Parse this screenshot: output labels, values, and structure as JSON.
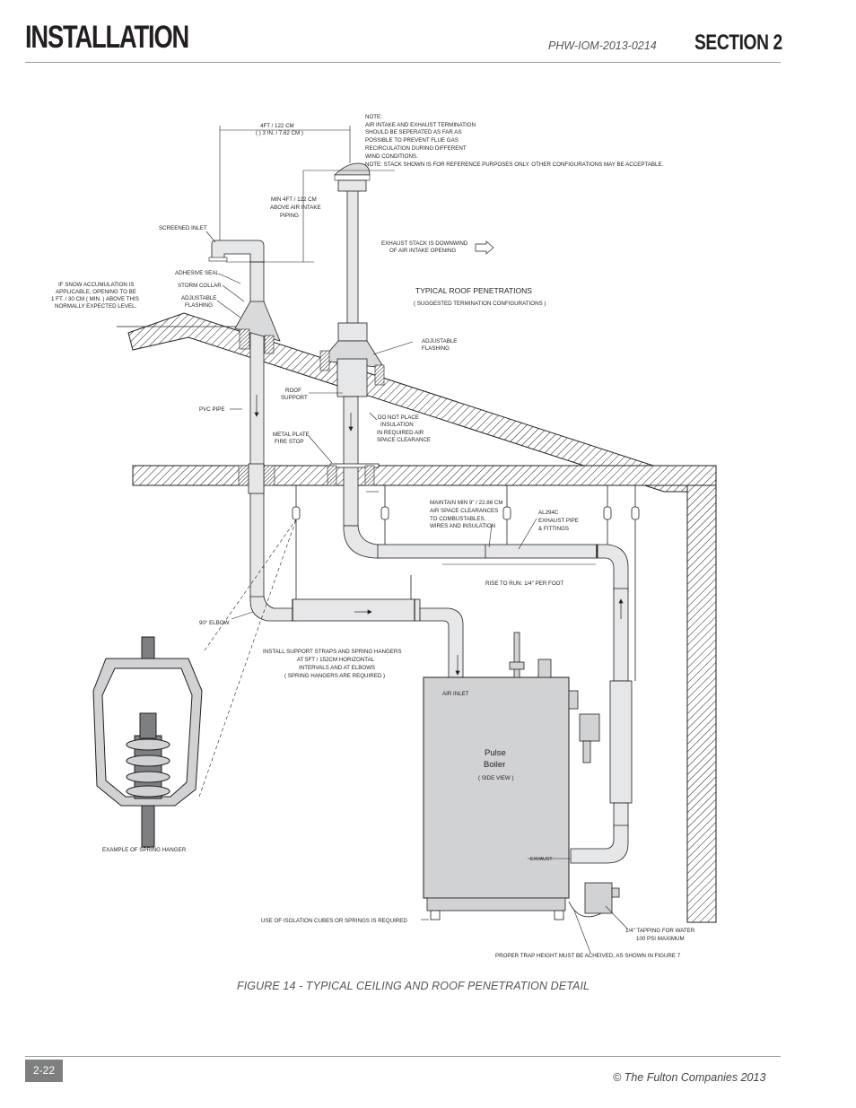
{
  "header": {
    "title": "INSTALLATION",
    "doc_number": "PHW-IOM-2013-0214",
    "section": "SECTION 2"
  },
  "figure": {
    "caption": "FIGURE 14 - TYPICAL CEILING AND ROOF PENETRATION DETAIL",
    "labels": {
      "dim_4ft": "4FT / 122 CM",
      "dim_3in": "( ) 3 IN. / 7.62 CM )",
      "note_1": "NOTE:",
      "note_2": "AIR INTAKE AND EXHAUST TERMINATION",
      "note_3": "SHOULD BE SEPERATED AS FAR AS",
      "note_4": "POSSIBLE TO PREVENT FLUE GAS",
      "note_5": "RECIRCULATION DURING DIFFERENT",
      "note_6": "WIND CONDITIONS.",
      "note_7": "NOTE: STACK SHOWN IS FOR REFERENCE PURPOSES ONLY. OTHER CONFIGURATIONS MAY BE ACCEPTABLE.",
      "min4ft_1": "MIN 4FT / 122 CM",
      "min4ft_2": "ABOVE AIR INTAKE",
      "min4ft_3": "PIPING",
      "screened_inlet": "SCREENED INLET",
      "exhaust_stack_1": "EXHAUST STACK IS DOWNWIND",
      "exhaust_stack_2": "OF AIR INTAKE OPENING",
      "adhesive_seal": "ADHESIVE SEAL",
      "storm_collar": "STORM COLLAR",
      "adj_flashing_l_1": "ADJUSTABLE",
      "adj_flashing_l_2": "FLASHING",
      "snow_1": "IF SNOW ACCUMULATION IS",
      "snow_2": "APPLICABLE, OPENING TO BE",
      "snow_3": "1 FT. / 30 CM ( MIN. ) ABOVE THIS",
      "snow_4": "NORMALLY EXPECTED LEVEL.",
      "typ_roof": "TYPICAL ROOF PENETRATIONS",
      "typ_roof_sub": "( SUGGESTED TERMINATION CONFIGURATIONS )",
      "adj_flashing_r_1": "ADJUSTABLE",
      "adj_flashing_r_2": "FLASHING",
      "roof_support_1": "ROOF",
      "roof_support_2": "SUPPORT",
      "pvc_pipe": "PVC PIPE",
      "do_not_1": "DO NOT PLACE",
      "do_not_2": "INSULATION",
      "do_not_3": "IN REQUIRED AIR",
      "do_not_4": "SPACE CLEARANCE",
      "metal_plate_1": "METAL PLATE",
      "metal_plate_2": "FIRE STOP",
      "maintain_1": "MAINTAIN MIN 9\" / 22.86 CM",
      "maintain_2": "AIR SPACE CLEARANCES",
      "maintain_3": "TO COMBUSTABLES,",
      "maintain_4": "WIRES AND INSULATION",
      "al294c_1": "AL294C",
      "al294c_2": "EXHAUST PIPE",
      "al294c_3": "& FITTINGS",
      "rise": "RISE TO RUN: 1/4\" PER FOOT",
      "elbow": "90° ELBOW",
      "straps_1": "INSTALL SUPPORT STRAPS AND SPRING HANGERS",
      "straps_2": "AT 5FT / 152CM HORIZONTAL",
      "straps_3": "INTERVALS AND AT ELBOWS",
      "straps_4": "( SPRING HANGERS ARE REQUIRED )",
      "air_inlet": "AIR INLET",
      "boiler_1": "Pulse",
      "boiler_2": "Boiler",
      "side_view": "( SIDE VIEW )",
      "spring_hanger": "EXAMPLE OF SPRING HANGER",
      "exhaust": "EXHAUST",
      "isolation": "USE OF ISOLATION CUBES OR SPRINGS IS REQUIRED",
      "tapping_1": "1/4\" TAPPING FOR WATER",
      "tapping_2": "100 PSI MAXIMUM",
      "trap": "PROPER TRAP HEIGHT MUST BE ACHEIVED, AS SHOWN IN FIGURE 7"
    }
  },
  "footer": {
    "page": "2-22",
    "copyright": "© The Fulton Companies 2013"
  }
}
